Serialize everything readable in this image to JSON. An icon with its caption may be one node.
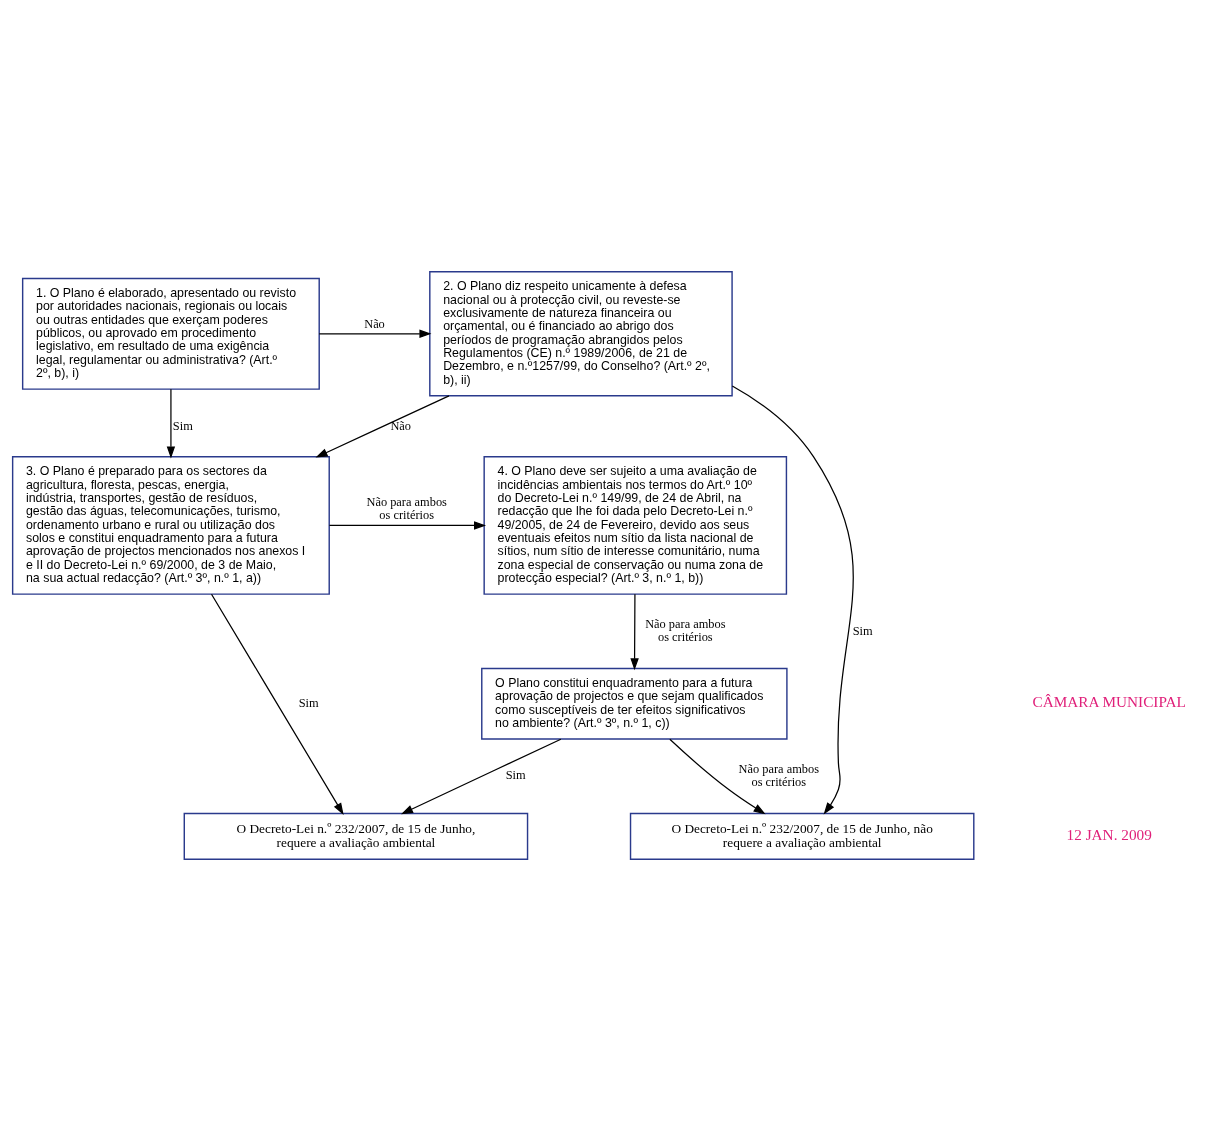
{
  "diagram": {
    "nodes": [
      {
        "text": [
          "1. O Plano é elaborado, apresentado ou revisto por autoridades nacionais, regionais ou locais ou outras entidades que exerçam poderes públicos, ou aprovado em procedimento legislativo, em resultado de uma exigência legal, regulamentar ou administrativa? (Art.º 2º, b), i)"
        ]
      },
      {
        "text": [
          "2. O Plano diz respeito unicamente à defesa nacional ou à protecção civil, ou reveste-se exclusivamente de natureza financeira ou orçamental, ou é financiado ao abrigo dos períodos de programação abrangidos pelos Regulamentos (CE) n.º 1989/2006, de 21 de Dezembro, e n.º1257/99, do Conselho? (Art.º 2º, b), ii)"
        ]
      },
      {
        "text": [
          "3. O Plano é preparado para os sectores da agricultura, floresta, pescas, energia, indústria, transportes, gestão de resíduos, gestão das águas, telecomunicações, turismo, ordenamento urbano e rural ou utilização dos solos e constitui enquadramento para a futura aprovação de projectos mencionados nos anexos I e II do Decreto-Lei n.º 69/2000, de 3 de Maio, na sua actual redacção? (Art.º 3º, n.º 1, a))"
        ]
      },
      {
        "text": [
          "4. O Plano deve ser sujeito a uma avaliação de incidências ambientais nos termos do Art.º 10º do Decreto-Lei n.º 149/99, de 24 de Abril, na redacção que lhe foi dada pelo Decreto-Lei n.º 49/2005, de 24 de Fevereiro, devido aos seus eventuais efeitos num sítio da lista nacional de sítios, num sítio de interesse comunitário, numa zona especial de conservação ou numa zona de protecção especial? (Art.º 3, n.º 1, b))"
        ]
      },
      {
        "text": [
          "O Plano constitui enquadramento para a futura aprovação de projectos e que sejam qualificados como susceptíveis de ter efeitos significativos no ambiente? (Art.º 3º, n.º 1, c))"
        ]
      },
      {
        "text": [
          "O Decreto-Lei n.º 232/2007, de 15 de Junho, requere a avaliação ambiental"
        ]
      },
      {
        "text": [
          "O Decreto-Lei n.º 232/2007, de 15 de Junho, não requere a avaliação ambiental"
        ]
      }
    ],
    "edges": [
      {
        "from": 0,
        "to": 1,
        "arrow": "to",
        "label": "Não"
      },
      {
        "from": 0,
        "to": 2,
        "arrow": "to",
        "label": "Sim"
      },
      {
        "from": 1,
        "to": 2,
        "arrow": "to",
        "label": "Não"
      },
      {
        "from": 1,
        "to": 6,
        "arrow": "to",
        "label": "Sim"
      },
      {
        "from": 2,
        "to": 3,
        "arrow": "to",
        "label": "Não para ambos os critérios"
      },
      {
        "from": 2,
        "to": 5,
        "arrow": "to",
        "label": "Sim"
      },
      {
        "from": 3,
        "to": 4,
        "arrow": "to",
        "label": "Não para ambos os critérios"
      },
      {
        "from": 4,
        "to": 5,
        "arrow": "to",
        "label": "Sim"
      },
      {
        "from": 4,
        "to": 6,
        "arrow": "to",
        "label": "Não para ambos os critérios"
      }
    ],
    "labels": [
      "CÂMARA MUNICIPAL",
      "12 JAN. 2009"
    ]
  }
}
